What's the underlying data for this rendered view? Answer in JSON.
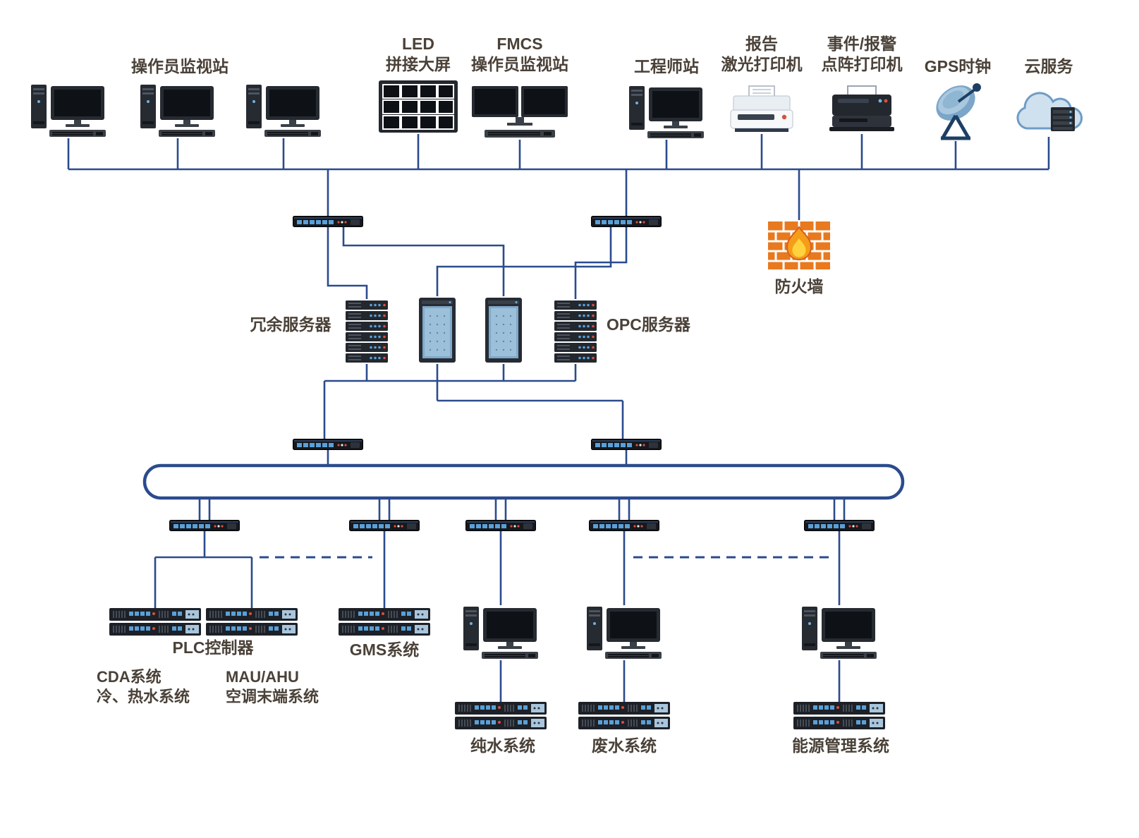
{
  "colors": {
    "connector": "#2b4b8e",
    "label_text": "#4a4138",
    "firewall_orange": "#e8791f",
    "port_blue": "#5aa0d8",
    "cabinet_blue": "#8fb6d3"
  },
  "top_row": {
    "operator_station": {
      "label": "操作员监视站",
      "icon": "desktop-pc-icon",
      "count": 3
    },
    "led_wall": {
      "label_line1": "LED",
      "label_line2": "拼接大屏",
      "icon": "video-wall-icon"
    },
    "fmcs_station": {
      "label_line1": "FMCS",
      "label_line2": "操作员监视站",
      "icon": "dual-monitor-workstation-icon"
    },
    "engineer_station": {
      "label": "工程师站",
      "icon": "desktop-pc-icon"
    },
    "laser_printer": {
      "label_line1": "报告",
      "label_line2": "激光打印机",
      "icon": "laser-printer-icon"
    },
    "dot_matrix_printer": {
      "label_line1": "事件/报警",
      "label_line2": "点阵打印机",
      "icon": "dot-matrix-printer-icon"
    },
    "gps_clock": {
      "label": "GPS时钟",
      "icon": "satellite-dish-icon"
    },
    "cloud_service": {
      "label": "云服务",
      "icon": "cloud-server-icon"
    }
  },
  "middle_tier": {
    "firewall": {
      "label": "防火墙",
      "icon": "firewall-brick-flame-icon"
    },
    "redundant_server": {
      "label": "冗余服务器",
      "icon": "rack-server-icon"
    },
    "opc_server": {
      "label": "OPC服务器",
      "icon": "rack-server-icon"
    },
    "server_cabinets": {
      "count": 2,
      "icon": "server-cabinet-icon"
    },
    "upper_switches": {
      "count": 2,
      "icon": "network-switch-icon"
    },
    "lower_switches": {
      "count": 2,
      "icon": "network-switch-icon"
    }
  },
  "field_tier": {
    "switches": {
      "count": 5,
      "icon": "network-switch-icon"
    },
    "plc_controller": {
      "label": "PLC控制器",
      "icon": "plc-rack-icon"
    },
    "cda_system": {
      "label_line1": "CDA系统",
      "label_line2": "冷、热水系统"
    },
    "mau_ahu": {
      "label_line1": "MAU/AHU",
      "label_line2": "空调末端系统"
    },
    "gms_system": {
      "label": "GMS系统",
      "icon": "plc-rack-icon"
    },
    "pure_water": {
      "label": "纯水系统",
      "icon": "workstation-plc-icon"
    },
    "waste_water": {
      "label": "废水系统",
      "icon": "workstation-plc-icon"
    },
    "energy_management": {
      "label": "能源管理系统",
      "icon": "workstation-plc-icon"
    }
  }
}
